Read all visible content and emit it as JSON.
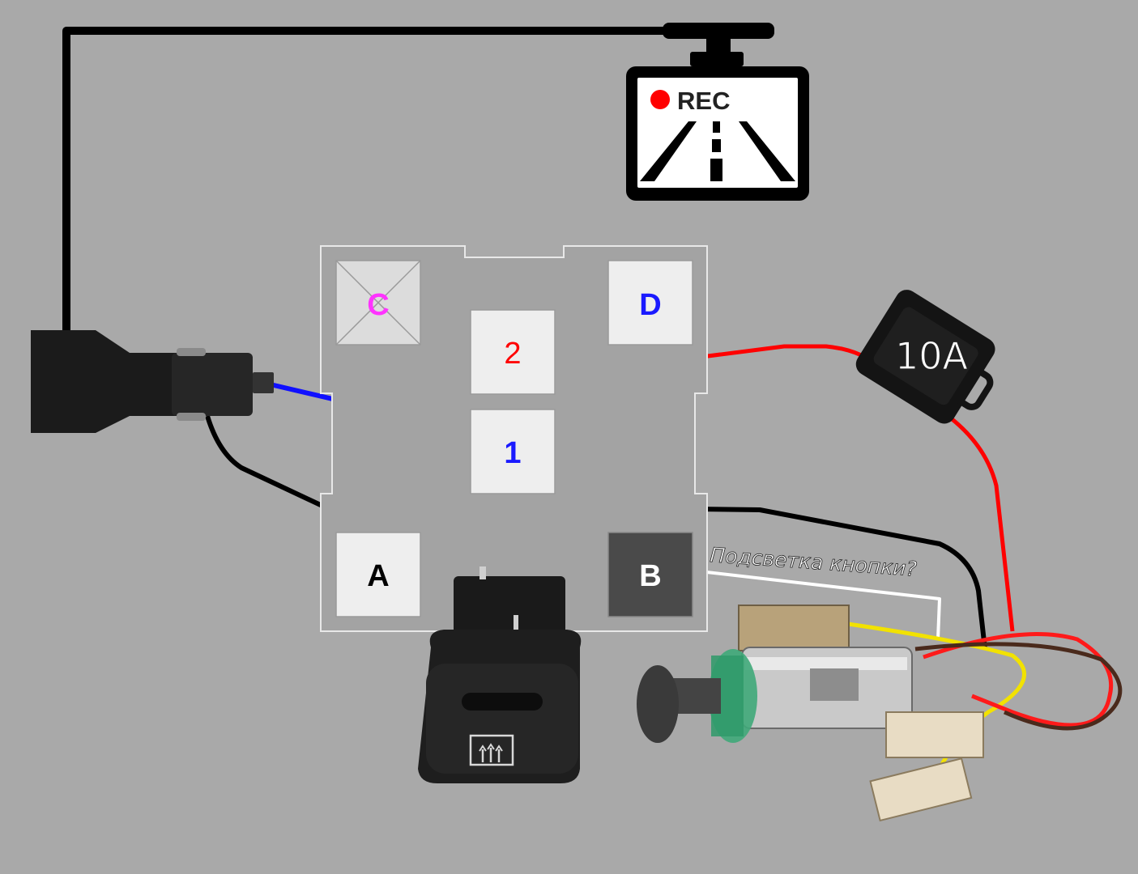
{
  "recorder": {
    "rec_text": "REC",
    "rec_dot_color": "#ff0000"
  },
  "switch_pins": [
    {
      "id": "C",
      "label": "C",
      "color": "#ff33ff",
      "crossed": true,
      "dark": false
    },
    {
      "id": "D",
      "label": "D",
      "color": "#1a1aff",
      "crossed": false,
      "dark": false
    },
    {
      "id": "2",
      "label": "2",
      "color": "#ff0000",
      "crossed": false,
      "dark": false
    },
    {
      "id": "1",
      "label": "1",
      "color": "#1a1aff",
      "crossed": false,
      "dark": false
    },
    {
      "id": "A",
      "label": "A",
      "color": "#000000",
      "crossed": false,
      "dark": false
    },
    {
      "id": "B",
      "label": "B",
      "color": "#ffffff",
      "crossed": false,
      "dark": true
    }
  ],
  "fuse": {
    "label": "10A"
  },
  "note": {
    "text": "Подсветка кнопки?"
  },
  "wire_colors": {
    "ground": "#000000",
    "signal": "#0000ff",
    "power": "#ff0000",
    "backlight": "#ffffff",
    "yellow": "#f2e200",
    "brown": "#4a2a1c"
  }
}
